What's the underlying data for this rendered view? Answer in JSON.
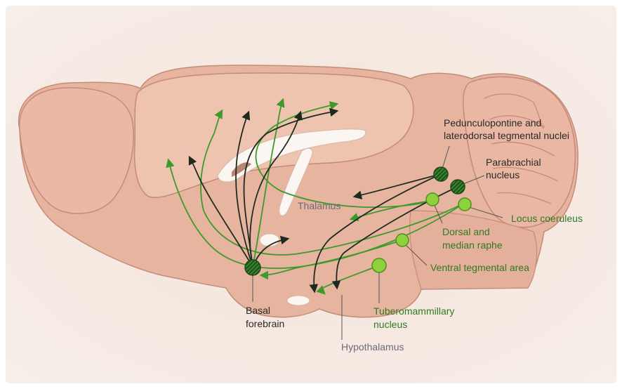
{
  "labels": {
    "ppt_line1": "Pedunculopontine and",
    "ppt_line2": "laterodorsal tegmental nuclei",
    "parabrachial_line1": "Parabrachial",
    "parabrachial_line2": "nucleus",
    "locus_coeruleus": "Locus coeruleus",
    "raphe_line1": "Dorsal and",
    "raphe_line2": "median raphe",
    "vta": "Ventral tegmental area",
    "tmn_line1": "Tuberomammillary",
    "tmn_line2": "nucleus",
    "basal_line1": "Basal",
    "basal_line2": "forebrain",
    "thalamus": "Thalamus",
    "hypothalamus": "Hypothalamus"
  },
  "colors": {
    "background": "#f6ece4",
    "brain_fill": "#e7b4a0",
    "brain_stroke": "#c48b77",
    "cholinergic_dark": "#1e5a1c",
    "monoaminergic_green": "#8fd13c",
    "pathway_green": "#3e9a2c",
    "pathway_dark": "#1f2a1f"
  }
}
